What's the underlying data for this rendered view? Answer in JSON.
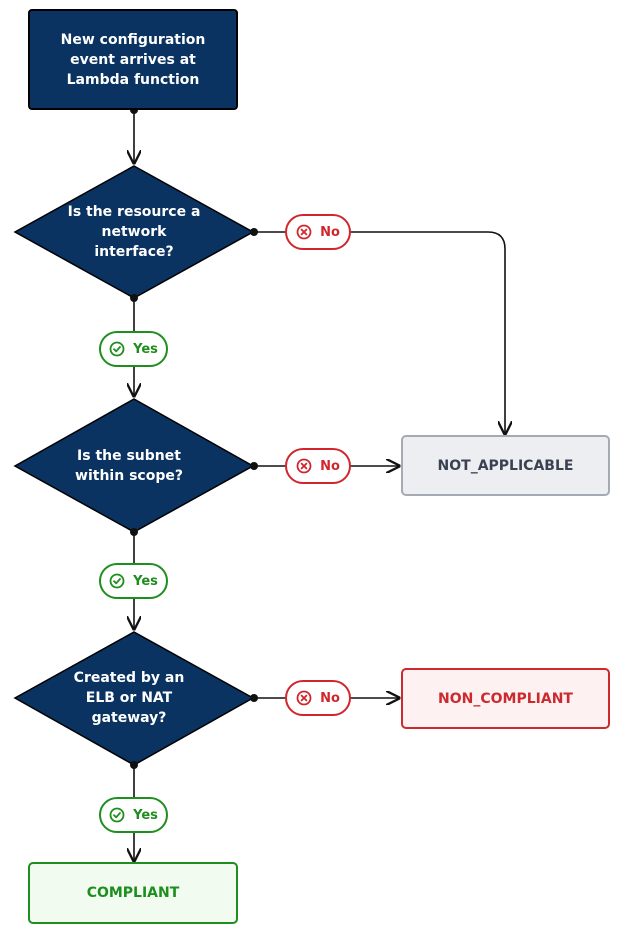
{
  "start": {
    "label": "New configuration event arrives at Lambda function"
  },
  "decisions": [
    {
      "label": "Is the resource a network interface?",
      "yes": "Yes",
      "no": "No"
    },
    {
      "label": "Is the subnet within scope?",
      "yes": "Yes",
      "no": "No"
    },
    {
      "label": "Created by an ELB or NAT gateway?",
      "yes": "Yes",
      "no": "No"
    }
  ],
  "results": {
    "not_applicable": "NOT_APPLICABLE",
    "non_compliant": "NON_COMPLIANT",
    "compliant": "COMPLIANT"
  },
  "colors": {
    "node_fill": "#0a3361",
    "yes": "#1e8e1e",
    "no": "#d1262d",
    "neutral_fill": "#eceef1",
    "neutral_border": "#a4aab3"
  },
  "icons": {
    "yes": "check-circle-icon",
    "no": "x-circle-icon"
  }
}
